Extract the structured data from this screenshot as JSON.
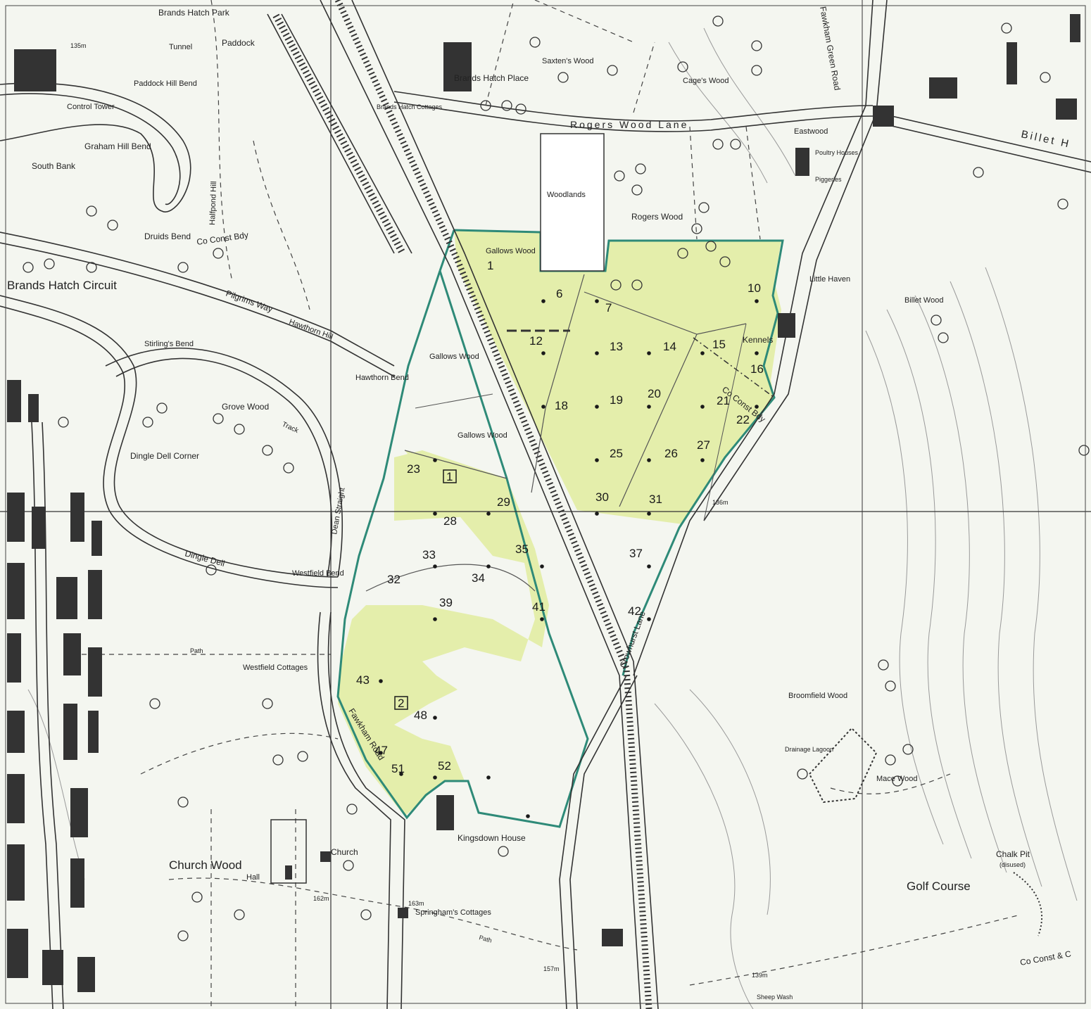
{
  "map": {
    "place_labels": {
      "brands_hatch_circuit": "Brands Hatch Circuit",
      "brands_hatch_park": "Brands Hatch Park",
      "paddock": "Paddock",
      "tunnel": "Tunnel",
      "paddock_hill_bend": "Paddock Hill Bend",
      "control_tower": "Control Tower",
      "graham_hill_bend": "Graham Hill Bend",
      "south_bank": "South Bank",
      "druids_bend": "Druids Bend",
      "co_const_bdy": "Co Const Bdy",
      "pilgrims_way": "Pilgrims Way",
      "hawthorn_hill": "Hawthorn Hill",
      "stirlings_bend": "Stirling's Bend",
      "grove_wood": "Grove Wood",
      "hawthorn_bend": "Hawthorn Bend",
      "dingle_dell_corner": "Dingle Dell Corner",
      "dingle_dell": "Dingle Dell",
      "westfield_bend": "Westfield Bend",
      "westfield_cottages": "Westfield Cottages",
      "church_wood": "Church Wood",
      "church": "Church",
      "hall": "Hall",
      "kingsdown_house": "Kingsdown House",
      "springhams_cottages": "Springham's Cottages",
      "fawkham_road": "Fawkham Road",
      "crowhurst_lane": "Crowhurst Lane",
      "gallows_wood": "Gallows Wood",
      "brands_hatch_place": "Brands Hatch Place",
      "brands_hatch_cottages": "Brands Hatch Cottages",
      "saxtens_wood": "Saxten's Wood",
      "cages_wood": "Cage's Wood",
      "rogers_wood_lane": "Rogers Wood Lane",
      "woodlands": "Woodlands",
      "rogers_wood": "Rogers Wood",
      "eastwood": "Eastwood",
      "poultry_houses": "Poultry Houses",
      "piggeries": "Piggeries",
      "little_haven": "Little Haven",
      "kennels": "Kennels",
      "billet_wood": "Billet Wood",
      "billet_hill": "Billet H",
      "fawkham_green_road": "Fawkham Green Road",
      "broomfield_wood": "Broomfield Wood",
      "drainage_lagoon": "Drainage Lagoon",
      "mace_wood": "Mace Wood",
      "chalk_pit": "Chalk Pit",
      "chalk_pit_note": "(disused)",
      "golf_course": "Golf Course",
      "sheep_wash": "Sheep Wash",
      "dean_straight": "Dean Straight",
      "halfpond_hill": "Halfpond Hill",
      "track": "Track",
      "path": "Path",
      "co_const_bdy_se": "Co Const & C"
    },
    "spot_heights": [
      "135m",
      "136m",
      "162m",
      "163m",
      "157m",
      "139m"
    ],
    "plot_numbers": [
      "1",
      "6",
      "7",
      "10",
      "12",
      "13",
      "14",
      "15",
      "16",
      "18",
      "19",
      "20",
      "21",
      "22",
      "23",
      "25",
      "26",
      "27",
      "28",
      "29",
      "30",
      "31",
      "32",
      "33",
      "34",
      "35",
      "37",
      "39",
      "41",
      "42",
      "43",
      "47",
      "48",
      "51",
      "52"
    ],
    "boxed_markers": [
      "1",
      "2"
    ],
    "colors": {
      "site_fill": "#e4eeab",
      "site_boundary": "#2e8a78",
      "linework": "#333333",
      "paper": "#f4f6f0"
    }
  }
}
